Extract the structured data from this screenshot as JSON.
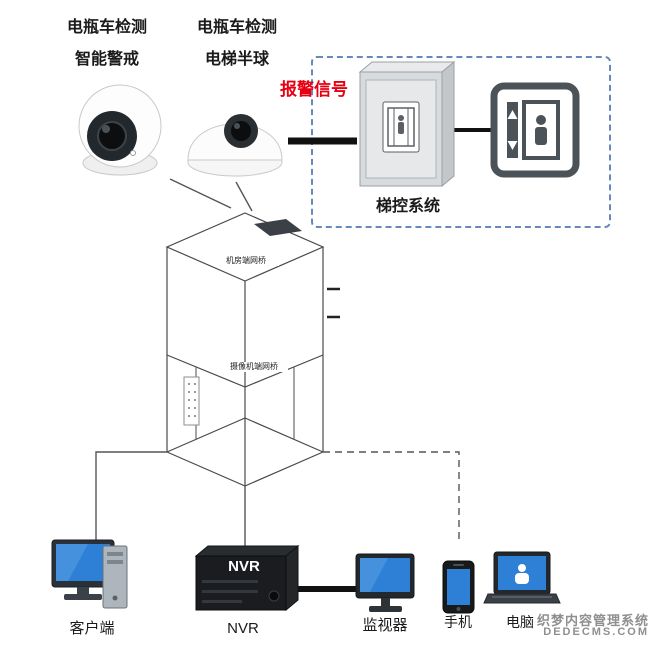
{
  "cameras": {
    "turret": {
      "label_line1": "电瓶车检测",
      "label_line2": "智能警戒"
    },
    "dome": {
      "label_line1": "电瓶车检测",
      "label_line2": "电梯半球"
    }
  },
  "alarm_signal": {
    "label": "报警信号",
    "color": "#e60012"
  },
  "elevator_control": {
    "box_label": "梯控系统"
  },
  "shaft": {
    "bridge_top_label": "机房端网桥",
    "bridge_car_label": "摄像机端网桥"
  },
  "bottom_devices": {
    "client_label": "客户端",
    "nvr_device_label": "NVR",
    "nvr_label": "NVR",
    "monitor_label": "监视器",
    "phone_label": "手机",
    "laptop_label": "电脑"
  },
  "watermark": {
    "line1": "织梦内容管理系统",
    "line2": "DEDECMS.COM",
    "color": "#8f8f8f"
  },
  "colors": {
    "dashed_box_blue": "#6688bb",
    "screen_blue": "#2e7fd6",
    "line_black": "#111111",
    "cabinet_gray": "#d8dbdd"
  }
}
